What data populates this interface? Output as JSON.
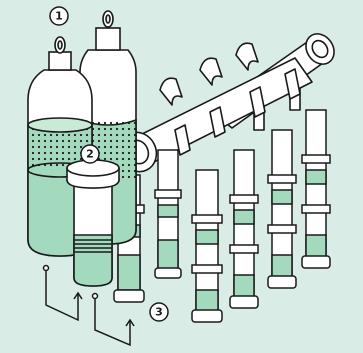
{
  "colors": {
    "background": "#d9ede6",
    "outline": "#1a1a1a",
    "glass": "#ffffff",
    "liquid": "#a3d9bd",
    "liquid_dark": "#8ccaa8",
    "foam": "#c9ead7"
  },
  "step_labels": [
    "1",
    "2",
    "3"
  ],
  "icons": [
    "numbered-badge-icon",
    "upward-arrow-icon",
    "reagent-bottle-icon",
    "filter-column-icon",
    "manifold-icon"
  ]
}
